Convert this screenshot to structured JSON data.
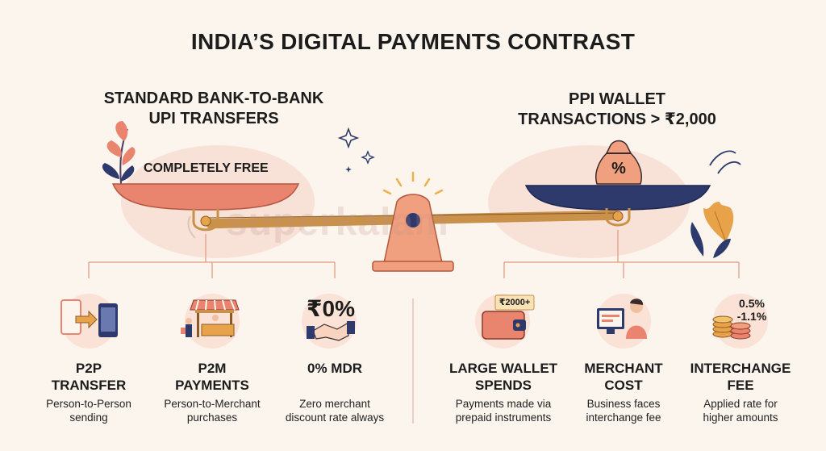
{
  "title": "INDIA’S DIGITAL PAYMENTS CONTRAST",
  "left": {
    "heading_line1": "STANDARD BANK-TO-BANK",
    "heading_line2": "UPI TRANSFERS",
    "pan_label": "COMPLETELY FREE",
    "items": [
      {
        "title_line1": "P2P",
        "title_line2": "TRANSFER",
        "desc_line1": "Person-to-Person",
        "desc_line2": "sending",
        "icon": "phone-transfer-icon"
      },
      {
        "title_line1": "P2M",
        "title_line2": "PAYMENTS",
        "desc_line1": "Person-to-Merchant",
        "desc_line2": "purchases",
        "icon": "market-stall-icon"
      },
      {
        "title_line1": "0% MDR",
        "title_line2": "",
        "desc_line1": "Zero merchant",
        "desc_line2": "discount rate always",
        "icon": "rupee-handshake-icon",
        "icon_text": "₹0%"
      }
    ]
  },
  "right": {
    "heading_line1": "PPI WALLET",
    "heading_line2": "TRANSACTIONS > ₹2,000",
    "bag_symbol": "%",
    "items": [
      {
        "title_line1": "LARGE WALLET",
        "title_line2": "SPENDS",
        "desc_line1": "Payments made via",
        "desc_line2": "prepaid instruments",
        "icon": "wallet-icon",
        "icon_text": "₹2000+"
      },
      {
        "title_line1": "MERCHANT",
        "title_line2": "COST",
        "desc_line1": "Business faces",
        "desc_line2": "interchange fee",
        "icon": "merchant-computer-icon"
      },
      {
        "title_line1": "INTERCHANGE",
        "title_line2": "FEE",
        "desc_line1": "Applied rate for",
        "desc_line2": "higher amounts",
        "icon": "coin-stack-icon",
        "icon_text_line1": "0.5%",
        "icon_text_line2": "-1.1%"
      }
    ]
  },
  "watermark": "superkalam",
  "colors": {
    "left_pan": "#e9846e",
    "right_pan": "#2e3a6b",
    "beam": "#c9914a",
    "fulcrum": "#f0a07e",
    "blob": "#f7d9cd",
    "line": "#e2a893"
  }
}
